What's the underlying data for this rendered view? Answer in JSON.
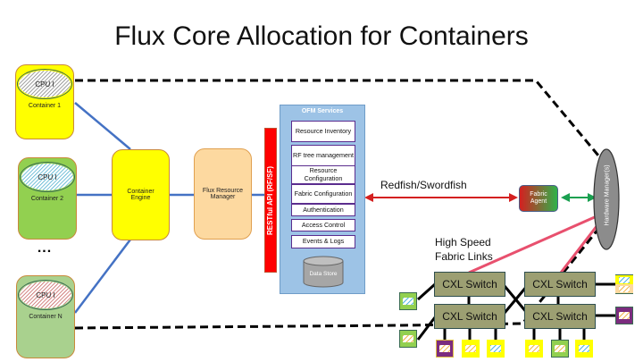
{
  "title": "Flux Core Allocation for Containers",
  "containers": [
    {
      "label": "Container 1",
      "cpu_label": "CPU I",
      "fill": "#ffff00",
      "cpu_fill": "hatch-grey"
    },
    {
      "label": "Container 2",
      "cpu_label": "CPU I",
      "fill": "#92d050",
      "cpu_fill": "hatch-blue"
    },
    {
      "label": "Container N",
      "cpu_label": "CPU I",
      "fill": "#a9d18e",
      "cpu_fill": "hatch-red"
    }
  ],
  "ellipsis": "...",
  "container_engine": {
    "label": "Container Engine"
  },
  "flux_resource_manager": {
    "label": "Flux Resource Manager"
  },
  "restful_api": {
    "label": "RESTful API (RF/SF)"
  },
  "ofm_services": {
    "title": "OFM Services",
    "items": [
      "Resource Inventory",
      "RF tree management",
      "Resource Configuration",
      "Fabric Configuration",
      "Authentication",
      "Access Control",
      "Events & Logs"
    ],
    "data_store": "Data Store"
  },
  "protocol_label": "Redfish/Swordfish",
  "fabric_agent": {
    "label": "Fabric Agent"
  },
  "hardware_manager": {
    "label": "Hardware Manager(s)"
  },
  "fabric_links_label": "High Speed Fabric Links",
  "cxl_switches": [
    "CXL Switch",
    "CXL Switch",
    "CXL Switch",
    "CXL Switch"
  ],
  "colors": {
    "yellow": "#ffff00",
    "green": "#92d050",
    "light_green": "#a9d18e",
    "peach": "#fdd9a0",
    "api_red": "#ff0000",
    "ofm_blue": "#9dc3e6",
    "link_blue": "#4472c4",
    "fabric_pink": "#e8506e",
    "cxl_olive": "#9c9f72",
    "purple": "#7b2c7e",
    "hw_grey": "#8c8c8c"
  }
}
